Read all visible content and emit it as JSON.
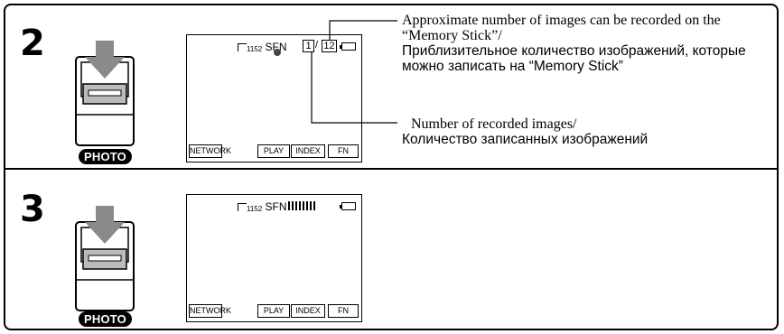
{
  "steps": {
    "step2": {
      "number": "2",
      "photo_label": "PHOTO",
      "screen": {
        "image_size": "1152",
        "quality": "SFN",
        "recorded_count": "1",
        "remaining_count": "12",
        "buttons": {
          "network": "NETWORK",
          "play": "PLAY",
          "index": "INDEX",
          "fn": "FN"
        }
      },
      "annotations": {
        "remaining_en": "Approximate number of images can be recorded on the “Memory Stick”/",
        "remaining_ru": "Приблизительное количество изображений, которые можно записать на “Memory Stick”",
        "recorded_en": "Number of recorded images/",
        "recorded_ru": "Количество записанных изображений"
      }
    },
    "step3": {
      "number": "3",
      "photo_label": "PHOTO",
      "screen": {
        "image_size": "1152",
        "quality": "SFN",
        "buttons": {
          "network": "NETWORK",
          "play": "PLAY",
          "index": "INDEX",
          "fn": "FN"
        }
      }
    }
  }
}
